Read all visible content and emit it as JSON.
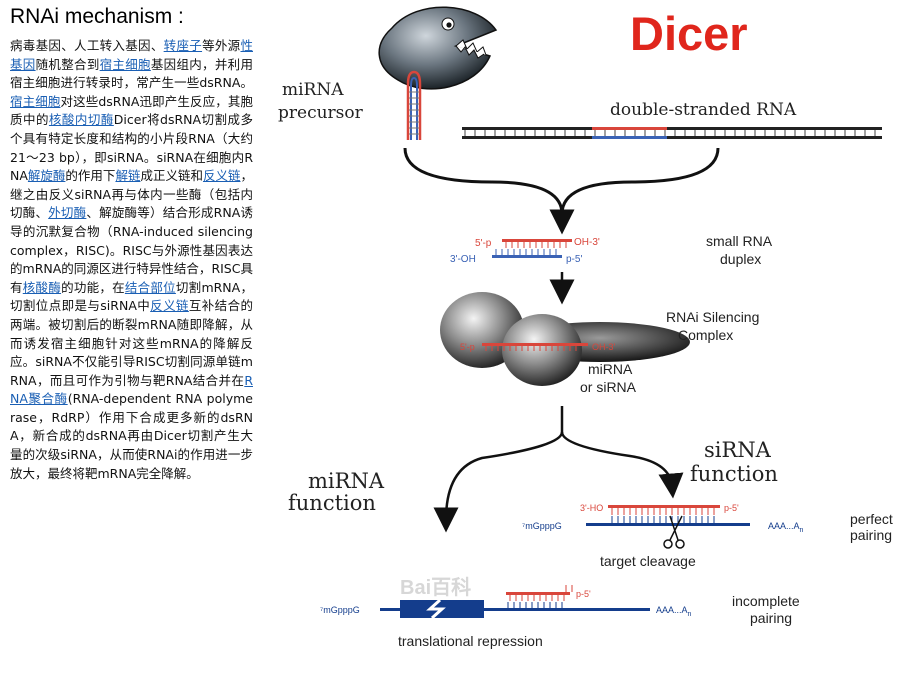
{
  "title": "RNAi mechanism :",
  "paragraph": [
    {
      "t": "病毒基因、人工转入基因、"
    },
    {
      "t": "转座子",
      "link": true
    },
    {
      "t": "等外源"
    },
    {
      "t": "性基因",
      "link": true
    },
    {
      "t": "随机整合到"
    },
    {
      "t": "宿主细胞",
      "link": true
    },
    {
      "t": "基因组内，并利用宿主细胞进行转录时，常产生一些dsRNA。"
    },
    {
      "t": "宿主细胞",
      "link": true
    },
    {
      "t": "对这些dsRNA迅即产生反应，其胞质中的"
    },
    {
      "t": "核酸内切酶",
      "link": true
    },
    {
      "t": "Dicer将dsRNA切割成多个具有特定长度和结构的小片段RNA（大约21～23 bp），即siRNA。siRNA在细胞内RNA"
    },
    {
      "t": "解旋酶",
      "link": true
    },
    {
      "t": "的作用下"
    },
    {
      "t": "解链",
      "link": true
    },
    {
      "t": "成正义链和"
    },
    {
      "t": "反义链",
      "link": true
    },
    {
      "t": "，继之由反义siRNA再与体内一些酶（包括内切酶、"
    },
    {
      "t": "外切酶",
      "link": true
    },
    {
      "t": "、解旋酶等）结合形成RNA诱导的沉默复合物（RNA-induced silencing complex，RISC)。RISC与外源性基因表达的mRNA的同源区进行特异性结合，RISC具有"
    },
    {
      "t": "核酸酶",
      "link": true
    },
    {
      "t": "的功能，在"
    },
    {
      "t": "结合部位",
      "link": true
    },
    {
      "t": "切割mRNA，切割位点即是与siRNA中"
    },
    {
      "t": "反义链",
      "link": true
    },
    {
      "t": "互补结合的两端。被切割后的断裂mRNA随即降解，从而诱发宿主细胞针对这些mRNA的降解反应。siRNA不仅能引导RISC切割同源单链mRNA，而且可作为引物与靶RNA结合并在"
    },
    {
      "t": "RNA聚合酶",
      "link": true
    },
    {
      "t": "(RNA-dependent RNA polymerase，RdRP）作用下合成更多新的dsRNA，新合成的dsRNA再由Dicer切割产生大量的次级siRNA，从而使RNAi的作用进一步放大，最终将靶mRNA完全降解。"
    }
  ],
  "diagram": {
    "dicer": "Dicer",
    "mirna_precursor_1": "miRNA",
    "mirna_precursor_2": "precursor",
    "dsrna": "double-stranded RNA",
    "p5_top": "5'-p",
    "oh3_top": "OH-3'",
    "oh3_bottom": "3'-OH",
    "p5_bottom": "p-5'",
    "small_rna_1": "small RNA",
    "small_rna_2": "duplex",
    "risc_1": "RNAi Silencing",
    "risc_2": "Complex",
    "risc_p5": "5'-p",
    "risc_oh3": "OH-3'",
    "mirna_or_sirna_1": "miRNA",
    "mirna_or_sirna_2": "or siRNA",
    "sirna_function_1": "siRNA",
    "sirna_function_2": "function",
    "mirna_function_1": "miRNA",
    "mirna_function_2": "function",
    "ho3": "3'-HO",
    "p5_target": "p-5'",
    "cap_1": "⁷mGpppG",
    "poly_a_1": "AAA...A",
    "poly_a_sub": "n",
    "perfect_1": "perfect",
    "perfect_2": "pairing",
    "target_cleavage": "target cleavage",
    "watermark": "Bai百科",
    "p5_rep": "p-5'",
    "cap_2": "⁷mGpppG",
    "poly_a_2": "AAA...A",
    "incomplete_1": "incomplete",
    "incomplete_2": "pairing",
    "translational_repression": "translational repression"
  },
  "colors": {
    "link": "#1a5fb4",
    "dicer_text": "#e0261c",
    "rna_red": "#d9463b",
    "rna_blue": "#3a62b5",
    "mrna_blue": "#143d8c"
  }
}
